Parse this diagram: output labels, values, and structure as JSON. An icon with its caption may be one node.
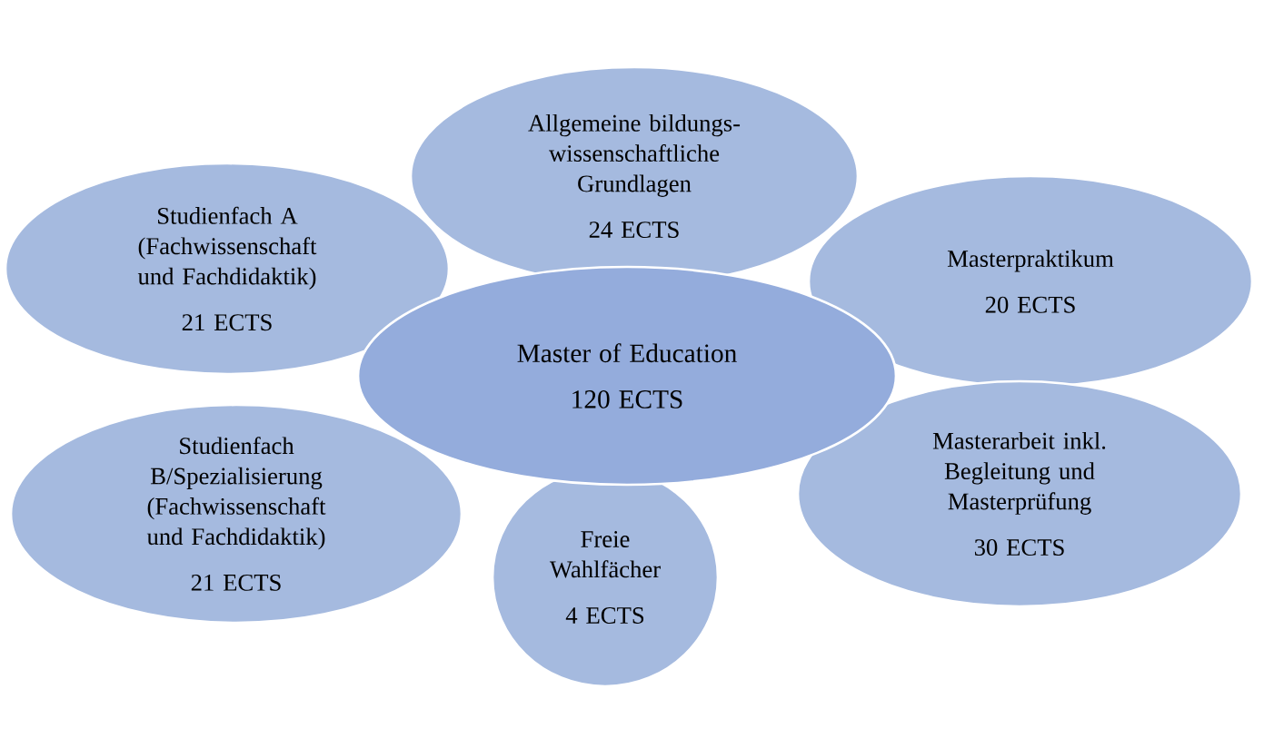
{
  "diagram": {
    "nodes": [
      {
        "text": [
          "Master of Education",
          "120 ECTS"
        ]
      },
      {
        "text": [
          "Allgemeine bildungs-wissenschaftliche Grundlagen",
          "24 ECTS"
        ]
      },
      {
        "text": [
          "Studienfach A (Fachwissenschaft und Fachdidaktik)",
          "21 ECTS"
        ]
      },
      {
        "text": [
          "Masterpraktikum",
          "20 ECTS"
        ]
      },
      {
        "text": [
          "Studienfach B/Spezialisierung (Fachwissenschaft und Fachdidaktik)",
          "21 ECTS"
        ]
      },
      {
        "text": [
          "Freie Wahlfächer",
          "4 ECTS"
        ]
      },
      {
        "text": [
          "Masterarbeit inkl. Begleitung und Masterprüfung",
          "30 ECTS"
        ]
      }
    ]
  }
}
